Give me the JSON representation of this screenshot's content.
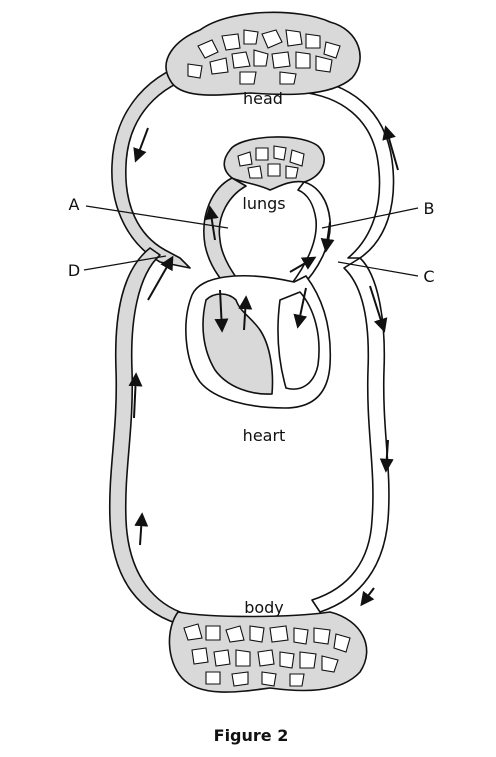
{
  "labels": {
    "head": "head",
    "lungs": "lungs",
    "heart": "heart",
    "body": "body",
    "a": "A",
    "b": "B",
    "c": "C",
    "d": "D"
  },
  "caption": "Figure 2",
  "colors": {
    "deoxygenated_fill": "#d9d9d9",
    "oxygenated_fill": "#ffffff",
    "outline": "#111111"
  }
}
